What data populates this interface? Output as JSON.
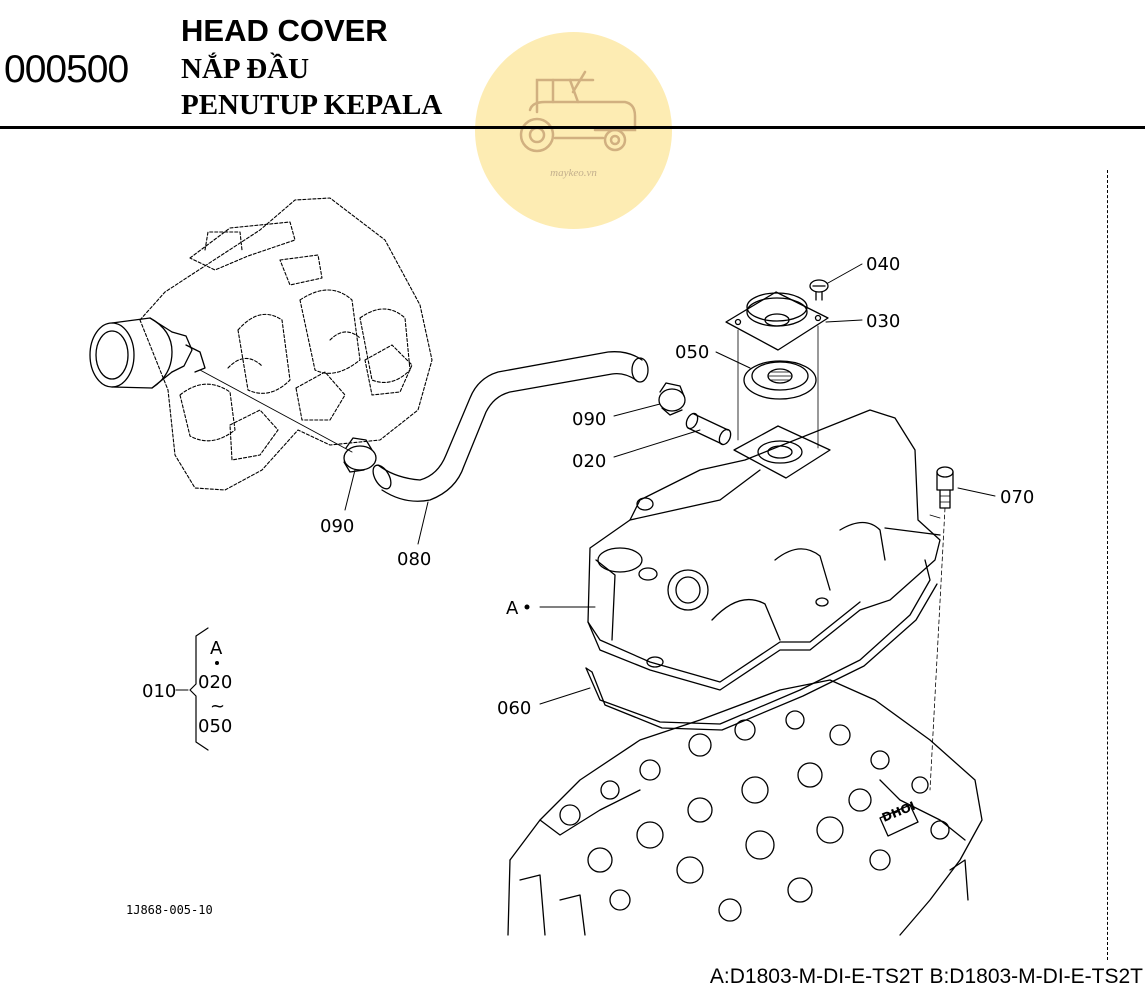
{
  "header": {
    "code": "000500",
    "title_en": "HEAD COVER",
    "title_vi": "NẮP ĐẦU",
    "title_id": "PENUTUP KEPALA"
  },
  "watermark": {
    "text": "maykeo.vn"
  },
  "callouts": {
    "c040": "040",
    "c030": "030",
    "c050": "050",
    "c090a": "090",
    "c020": "020",
    "c090b": "090",
    "c080": "080",
    "c070": "070",
    "cA": "A",
    "c060": "060",
    "c010": "010"
  },
  "assembly_bracket": {
    "a": "A",
    "from": "020",
    "tilde": "~",
    "to": "050"
  },
  "ref_code": "1J868-005-10",
  "cylinder_head_mark": "DHOI",
  "footer": {
    "model_a": "A:D1803-M-DI-E-TS2T",
    "model_b": "B:D1803-M-DI-E-TS2T"
  }
}
